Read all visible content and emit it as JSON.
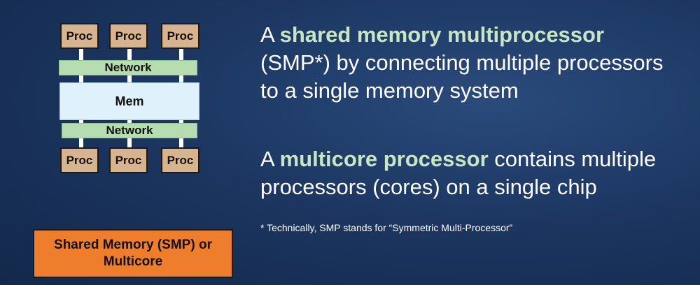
{
  "diagram": {
    "proc_label": "Proc",
    "network_label": "Network",
    "mem_label": "Mem"
  },
  "badge": "Shared Memory (SMP) or Multicore",
  "para1": {
    "pre": "A ",
    "highlight": "shared memory multiprocessor",
    "line2": "(SMP*) by connecting multiple processors",
    "line3": "to a single memory system"
  },
  "para2": {
    "pre": "A ",
    "highlight": "multicore processor",
    "post": " contains multiple",
    "line2": "processors (cores) on a single chip"
  },
  "footnote": "* Technically, SMP stands for “Symmetric Multi-Processor”"
}
